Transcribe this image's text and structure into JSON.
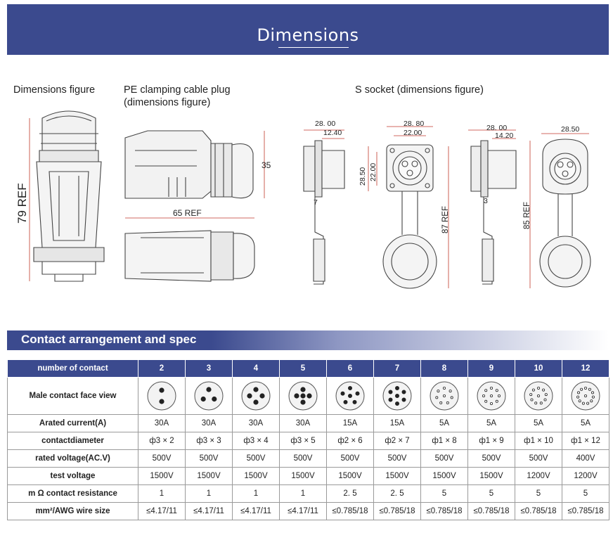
{
  "banner": {
    "title": "Dimensions"
  },
  "figures": {
    "dimensions_figure_label": "Dimensions figure",
    "plug_label_line1": "PE clamping cable plug",
    "plug_label_line2": "(dimensions figure)",
    "socket_label": "S socket (dimensions figure)",
    "dim_79": "79 REF",
    "dim_35": "35",
    "dim_65": "65 REF",
    "dim_28_00_a": "28. 00",
    "dim_12_40": "12.40",
    "dim_7": "7",
    "dim_28_80": "28. 80",
    "dim_22_00_h": "22.00",
    "dim_28_50_v": "28.50",
    "dim_22_00_v": "22.00",
    "dim_87": "87 REF",
    "dim_28_00_b": "28. 00",
    "dim_14_20": "14.20",
    "dim_3": "3",
    "dim_28_50_h": "28.50",
    "dim_85": "85 REF"
  },
  "spec": {
    "title": "Contact arrangement and spec",
    "header_label": "number of contact",
    "counts": [
      "2",
      "3",
      "4",
      "5",
      "6",
      "7",
      "8",
      "9",
      "10",
      "12"
    ],
    "face_label": "Male contact face view",
    "rows": [
      {
        "label": "Arated current(A)",
        "values": [
          "30A",
          "30A",
          "30A",
          "30A",
          "15A",
          "15A",
          "5A",
          "5A",
          "5A",
          "5A"
        ]
      },
      {
        "label": "contactdiameter",
        "values": [
          "ф3 × 2",
          "ф3 × 3",
          "ф3 × 4",
          "ф3 × 5",
          "ф2 × 6",
          "ф2 × 7",
          "ф1 × 8",
          "ф1 × 9",
          "ф1 × 10",
          "ф1 × 12"
        ]
      },
      {
        "label": "rated voltage(AC.V)",
        "values": [
          "500V",
          "500V",
          "500V",
          "500V",
          "500V",
          "500V",
          "500V",
          "500V",
          "500V",
          "400V"
        ]
      },
      {
        "label": "test voltage",
        "values": [
          "1500V",
          "1500V",
          "1500V",
          "1500V",
          "1500V",
          "1500V",
          "1500V",
          "1500V",
          "1200V",
          "1200V"
        ]
      },
      {
        "label": "m Ω contact resistance",
        "values": [
          "1",
          "1",
          "1",
          "1",
          "2. 5",
          "2. 5",
          "5",
          "5",
          "5",
          "5"
        ]
      },
      {
        "label": "mm²/AWG wire size",
        "values": [
          "≤4.17/11",
          "≤4.17/11",
          "≤4.17/11",
          "≤4.17/11",
          "≤0.785/18",
          "≤0.785/18",
          "≤0.785/18",
          "≤0.785/18",
          "≤0.785/18",
          "≤0.785/18"
        ]
      }
    ]
  }
}
